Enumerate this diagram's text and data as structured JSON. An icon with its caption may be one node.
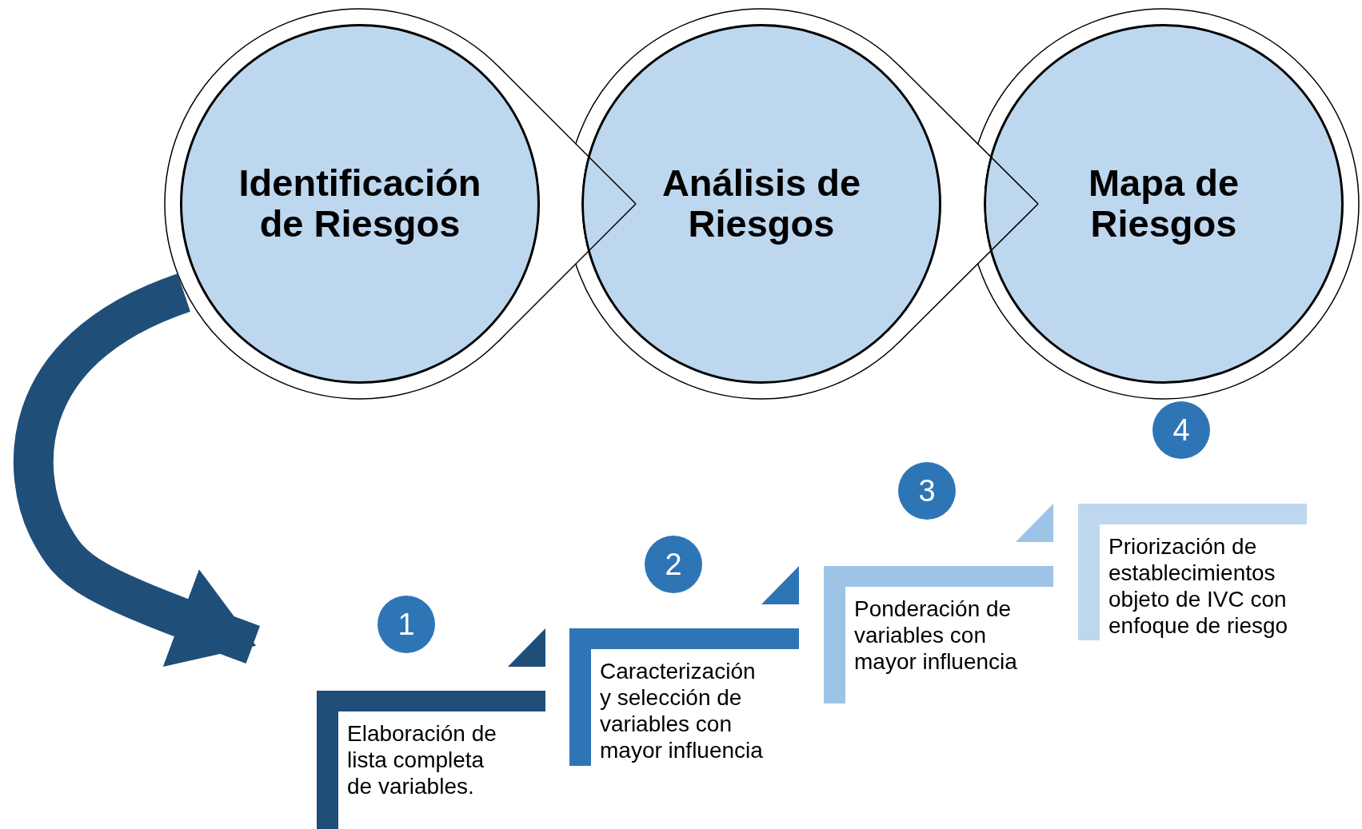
{
  "diagram": {
    "nodes": [
      {
        "text": [
          "Identificación de Riesgos"
        ]
      },
      {
        "text": [
          "Análisis de Riesgos"
        ]
      },
      {
        "text": [
          "Mapa de Riesgos"
        ]
      },
      {
        "text": [
          "1"
        ]
      },
      {
        "text": [
          "Elaboración de lista completa de variables."
        ]
      },
      {
        "text": [
          "2"
        ]
      },
      {
        "text": [
          "Caracterización y selección de variables con mayor influencia"
        ]
      },
      {
        "text": [
          "3"
        ]
      },
      {
        "text": [
          "Ponderación de variables con mayor influencia"
        ]
      },
      {
        "text": [
          "4"
        ]
      },
      {
        "text": [
          "Priorización de establecimientos objeto de IVC con enfoque de riesgo"
        ]
      }
    ],
    "edges": [
      {
        "from": 0,
        "to": 1,
        "arrow": "none"
      },
      {
        "from": 1,
        "to": 2,
        "arrow": "none"
      },
      {
        "from": 0,
        "to": 4,
        "arrow": "to",
        "style": "thick",
        "color": "#1f4e79"
      }
    ]
  }
}
